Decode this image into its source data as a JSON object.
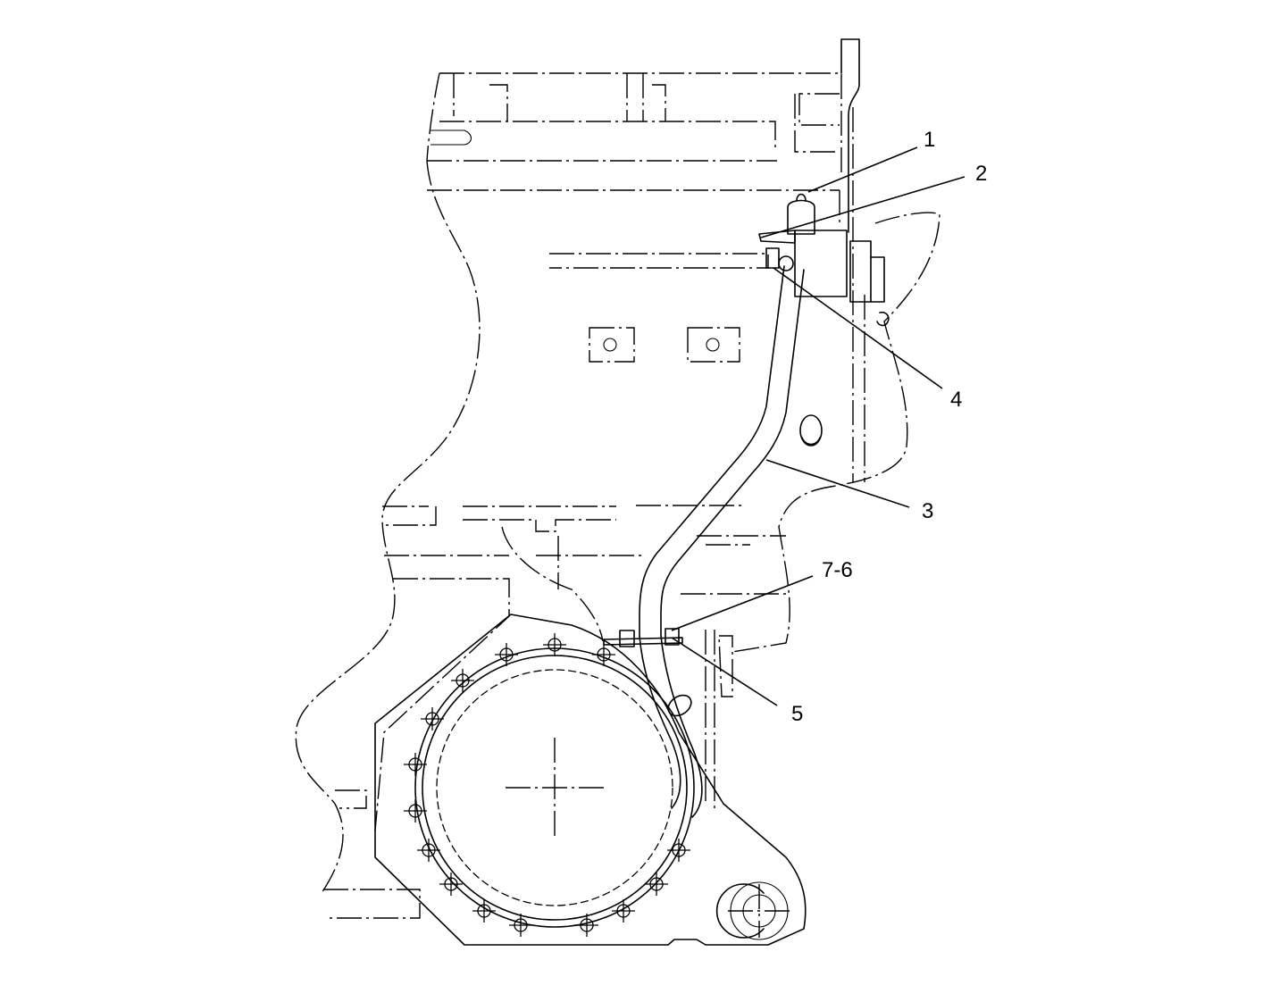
{
  "callouts": [
    {
      "id": "1",
      "label": "1"
    },
    {
      "id": "2",
      "label": "2"
    },
    {
      "id": "4",
      "label": "4"
    },
    {
      "id": "3",
      "label": "3"
    },
    {
      "id": "7-6",
      "label": "7-6"
    },
    {
      "id": "5",
      "label": "5"
    }
  ]
}
